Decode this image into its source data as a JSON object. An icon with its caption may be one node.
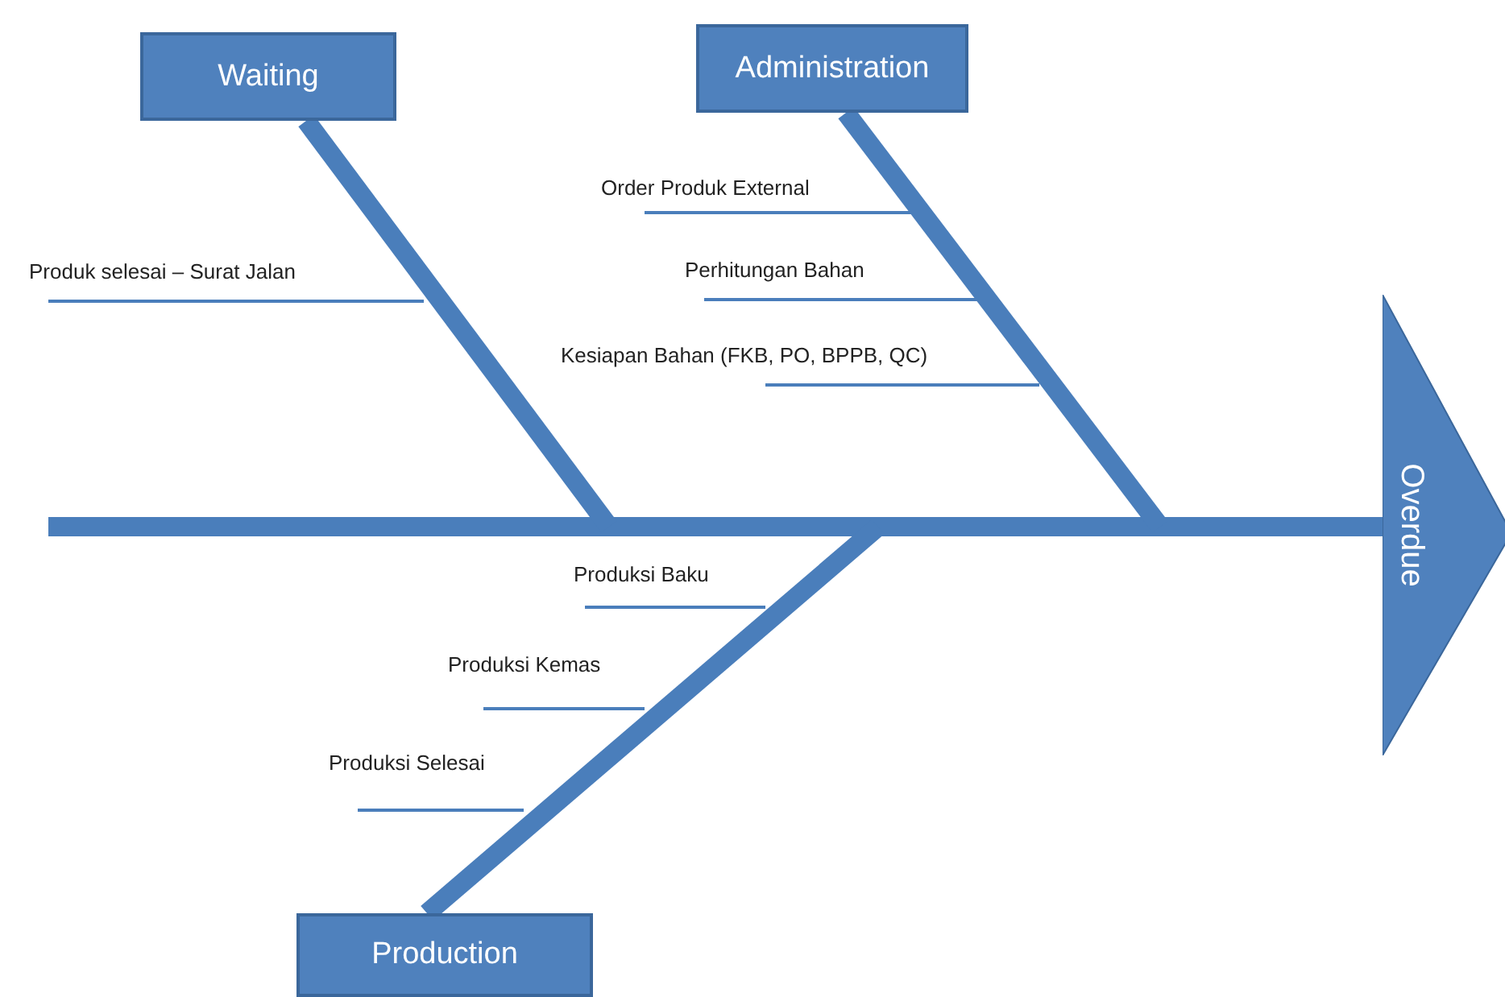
{
  "diagram": {
    "nodes": [
      {
        "text": [
          "Waiting"
        ]
      },
      {
        "text": [
          "Administration"
        ]
      },
      {
        "text": [
          "Production"
        ]
      },
      {
        "text": [
          "Overdue"
        ]
      }
    ],
    "edges": [
      {
        "from": null,
        "to": 3,
        "arrow": "none"
      },
      {
        "from": 0,
        "to": null,
        "arrow": "none"
      },
      {
        "from": 1,
        "to": null,
        "arrow": "none"
      },
      {
        "from": 2,
        "to": null,
        "arrow": "none"
      }
    ],
    "labels": [
      "Produk selesai – Surat Jalan",
      "Order Produk External",
      "Perhitungan Bahan",
      "Kesiapan Bahan (FKB, PO, BPPB, QC)",
      "Produksi Baku",
      "Produksi Kemas",
      "Produksi Selesai"
    ]
  }
}
